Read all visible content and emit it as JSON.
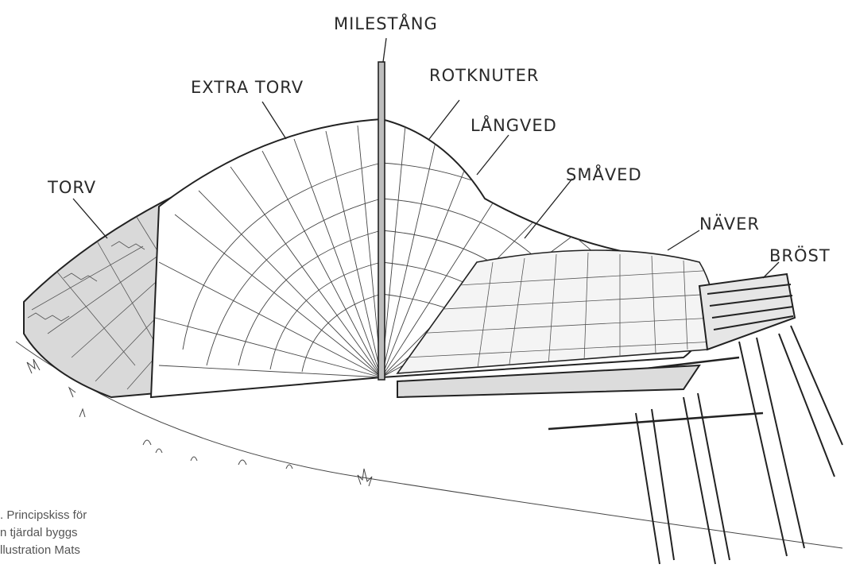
{
  "labels": {
    "milestang": "MILESTÅNG",
    "extra_torv": "EXTRA TORV",
    "rotknuter": "ROTKNUTER",
    "langved": "LÅNGVED",
    "torv": "TORV",
    "smaved": "SMÅVED",
    "naver": "NÄVER",
    "brost": "BRÖST"
  },
  "caption": {
    "line1": ". Principskiss för",
    "line2": "n tjärdal byggs",
    "line3": "llustration Mats"
  }
}
